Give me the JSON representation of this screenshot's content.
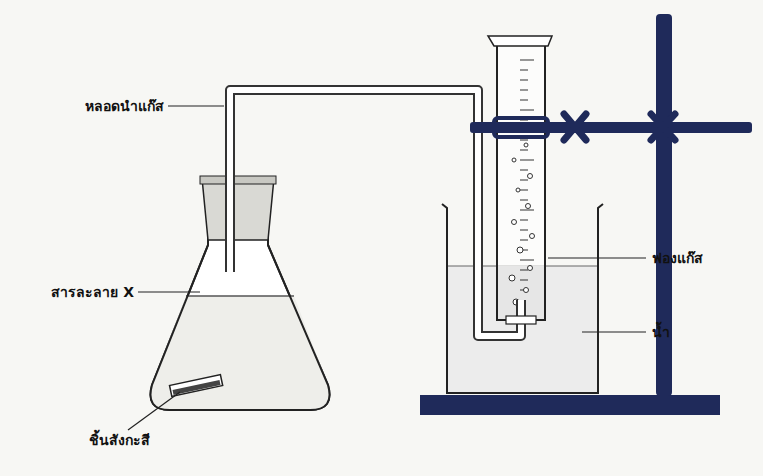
{
  "diagram": {
    "labels": [
      "หลอดนำแก๊ส",
      "สารละลาย X",
      "ชิ้นสังกะสี",
      "ฟองแก๊ส",
      "น้ำ"
    ]
  }
}
